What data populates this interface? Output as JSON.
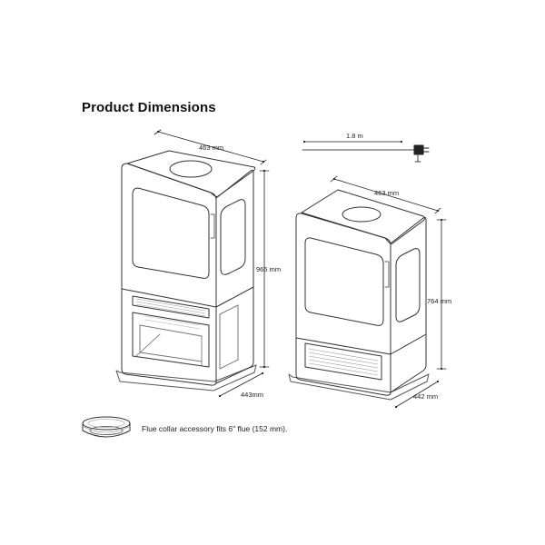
{
  "title": "Product Dimensions",
  "tall_stove": {
    "width_label": "463 mm",
    "height_label": "965 mm",
    "depth_label": "443mm"
  },
  "short_stove": {
    "cord_label": "1.8 m",
    "width_label": "463 mm",
    "height_label": "764 mm",
    "depth_label": "442 mm"
  },
  "accessory_note": "Flue collar accessory fits 6\" flue (152 mm)."
}
